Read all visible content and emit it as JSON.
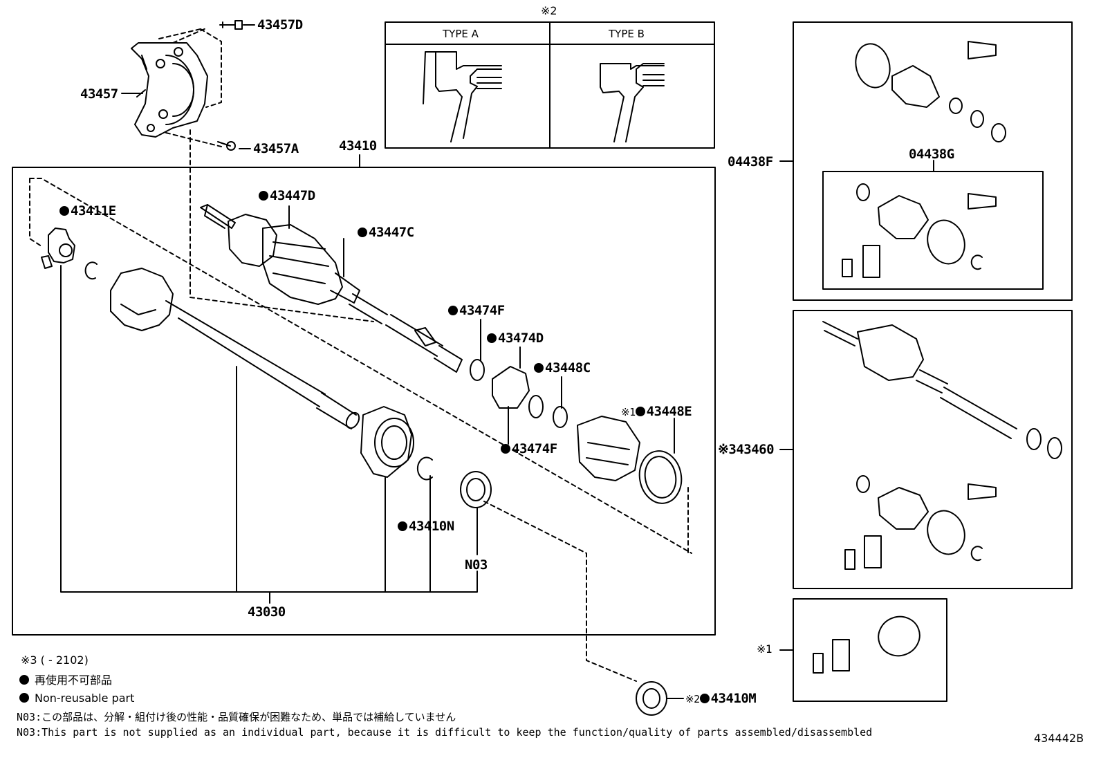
{
  "header_note": "※2",
  "type_a": "TYPE A",
  "type_b": "TYPE B",
  "labels": {
    "p43457D": "43457D",
    "p43457": "43457",
    "p43457A": "43457A",
    "p43410": "43410",
    "p43411E": "43411E",
    "p43447D": "43447D",
    "p43447C": "43447C",
    "p43474F_top": "43474F",
    "p43474D": "43474D",
    "p43448C": "43448C",
    "p43448E_prefix": "※1",
    "p43448E": "43448E",
    "p43474F_bot": "43474F",
    "p43410N": "43410N",
    "pN03": "N03",
    "p43030": "43030",
    "p04438F": "04438F",
    "p04438G": "04438G",
    "p43460": "※343460",
    "p_s1": "※1",
    "p43410M_prefix": "※2",
    "p43410M": "43410M"
  },
  "notes": {
    "range": "※3 (        - 2102)",
    "jp_nonreusable": "再使用不可部品",
    "en_nonreusable": "Non-reusable part",
    "n03_jp": "N03:この部品は、分解・組付け後の性能・品質確保が困難なため、単品では補給していません",
    "n03_en": "N03:This part is not supplied as an individual part, because it is difficult to keep the function/quality of parts assembled/disassembled"
  },
  "diagram_id": "434442B"
}
